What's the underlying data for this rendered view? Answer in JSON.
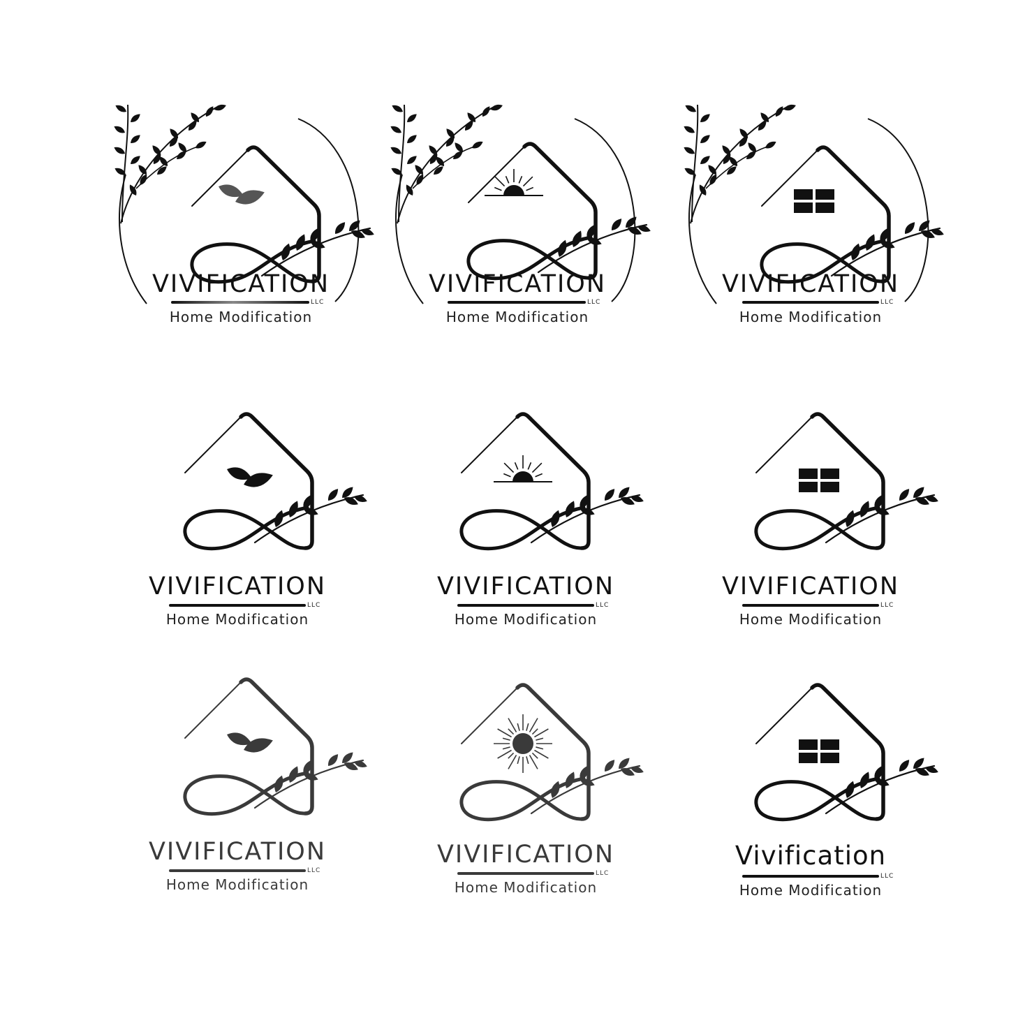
{
  "sheet": {
    "background": "#ffffff",
    "ink_color": "#111111",
    "soft_ink_color": "#3a3a3a"
  },
  "logos": [
    {
      "name": "VIVIFICATION",
      "suffix": "LLC",
      "tagline": "Home Modification",
      "emblem": "leaves-icon",
      "frame": "circle-with-branch"
    },
    {
      "name": "VIVIFICATION",
      "suffix": "LLC",
      "tagline": "Home Modification",
      "emblem": "sunrise-icon",
      "frame": "circle-with-branch"
    },
    {
      "name": "VIVIFICATION",
      "suffix": "LLC",
      "tagline": "Home Modification",
      "emblem": "window-icon",
      "frame": "circle-with-branch"
    },
    {
      "name": "VIVIFICATION",
      "suffix": "LLC",
      "tagline": "Home Modification",
      "emblem": "leaves-icon",
      "frame": "none"
    },
    {
      "name": "VIVIFICATION",
      "suffix": "LLC",
      "tagline": "Home Modification",
      "emblem": "sunrise-icon",
      "frame": "none"
    },
    {
      "name": "VIVIFICATION",
      "suffix": "LLC",
      "tagline": "Home Modification",
      "emblem": "window-icon",
      "frame": "none"
    },
    {
      "name": "VIVIFICATION",
      "suffix": "LLC",
      "tagline": "Home Modification",
      "emblem": "leaves-icon",
      "frame": "none"
    },
    {
      "name": "VIVIFICATION",
      "suffix": "LLC",
      "tagline": "Home Modification",
      "emblem": "sun-icon",
      "frame": "none"
    },
    {
      "name": "Vivification",
      "suffix": "LLC",
      "tagline": "Home Modification",
      "emblem": "window-icon",
      "frame": "none"
    }
  ]
}
